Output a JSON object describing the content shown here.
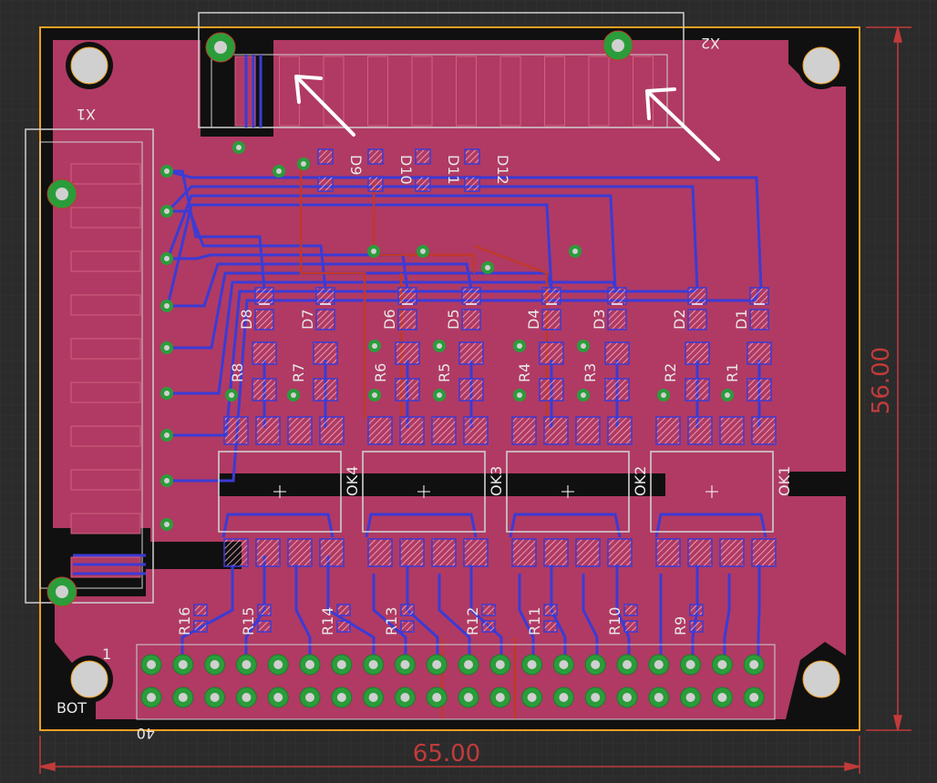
{
  "board": {
    "width_label": "65.00",
    "height_label": "56.00",
    "layer_label": "BOT",
    "connector_top": "X2",
    "connector_left": "X1",
    "header_pin_1": "1",
    "header_pin_40": "40"
  },
  "diodes": [
    "D8",
    "D7",
    "D6",
    "D5",
    "D4",
    "D3",
    "D2",
    "D1"
  ],
  "resistors_top": [
    "R8",
    "R7",
    "R6",
    "R5",
    "R4",
    "R3",
    "R2",
    "R1"
  ],
  "resistors_bottom": [
    "R16",
    "R15",
    "R14",
    "R13",
    "R12",
    "R11",
    "R10",
    "R9"
  ],
  "optos": [
    "OK4",
    "OK3",
    "OK2",
    "OK1"
  ],
  "top_diodes": [
    "D9",
    "D10",
    "D11",
    "D12"
  ],
  "colors": {
    "background": "#2b2b2b",
    "copper_fill": "#b03a63",
    "bottom_trace": "#3b3bd6",
    "top_trace": "#c0392b",
    "pad": "#2a9d3a",
    "outline": "#f0a020",
    "dimension": "#c23b3b"
  }
}
